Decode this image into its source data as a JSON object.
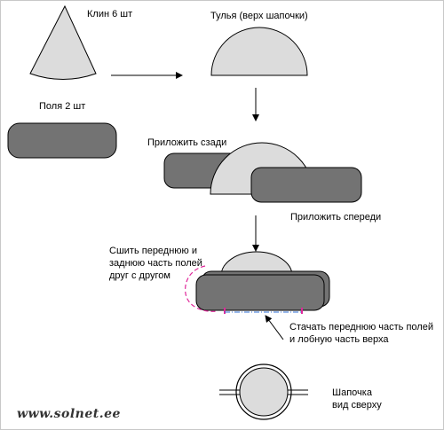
{
  "labels": {
    "wedge": "Клин 6 шт",
    "crown": "Тулья (верх шапочки)",
    "brim": "Поля 2 шт",
    "attach_back": "Приложить сзади",
    "attach_front": "Приложить спереди",
    "sew_brim": "Сшить переднюю и\nзаднюю часть полей\nдруг с другом",
    "stitch_front": "Стачать переднюю часть полей\nи лобную часть верха",
    "top_view": "Шапочка\nвид сверху"
  },
  "watermark": "www.solnet.ee",
  "colors": {
    "light_fill": "#dcdcdc",
    "dark_fill": "#737373",
    "outline": "#000000",
    "seam_pink": "#e0289a",
    "seam_blue": "#2f6fd6"
  }
}
